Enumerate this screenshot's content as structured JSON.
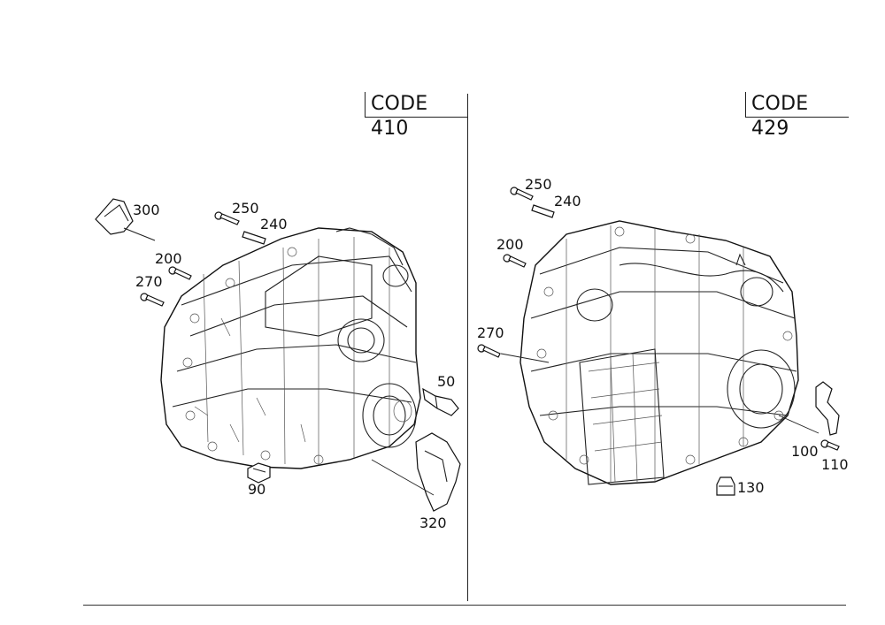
{
  "panels": {
    "left": {
      "code_label": "CODE 410"
    },
    "right": {
      "code_label": "CODE 429"
    }
  },
  "callouts": {
    "left": {
      "c300": "300",
      "c250": "250",
      "c240": "240",
      "c200": "200",
      "c270": "270",
      "c50": "50",
      "c90": "90",
      "c320": "320"
    },
    "right": {
      "c250": "250",
      "c240": "240",
      "c200": "200",
      "c270": "270",
      "c100": "100",
      "c110": "110",
      "c130": "130"
    }
  }
}
